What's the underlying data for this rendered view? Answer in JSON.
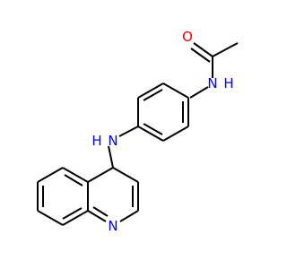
{
  "colors": {
    "background": "#ffffff",
    "bond": "#000000",
    "oxygen": "#ff0000",
    "nitrogen": "#0000ff"
  },
  "atoms": {
    "carbonyl_oxygen": "O",
    "amide_nitrogen": "N",
    "amide_hydrogen": "H",
    "amine_nitrogen": "N",
    "amine_hydrogen": "H",
    "ring_nitrogen": "N"
  }
}
